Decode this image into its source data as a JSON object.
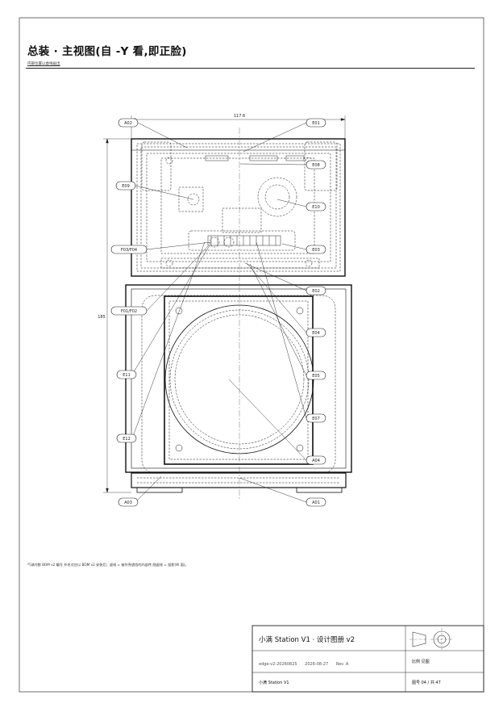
{
  "sheet": {
    "title": "总装 ·  主视图(自 -Y 看,即正脸)",
    "subtitle": "内部位置以虚线画出",
    "note": "气球内数 BOM v2 编号 外名对应以 BOM v2 安装后；虚线 = 被外壳遮挡的内部件,细虚线 = 投影(W 面)。"
  },
  "dimensions": {
    "width": "117.6",
    "height": "185"
  },
  "callouts": [
    "A02",
    "E01",
    "E08",
    "E09",
    "E10",
    "F03/F04",
    "E03",
    "E02",
    "F01/F02",
    "E04",
    "E11",
    "E05",
    "E07",
    "E12",
    "A04",
    "A03",
    "A01"
  ],
  "title_block": {
    "drawing_title": "小满 Station V1 ·  设计图册 v2",
    "doc_id": "edge-v2-20260825",
    "date": "2026-08-27",
    "revision": "Rev. A",
    "project": "小满 Station V1",
    "scale": "比例 见图",
    "sheet_no": "图号 04 / 共 47"
  }
}
